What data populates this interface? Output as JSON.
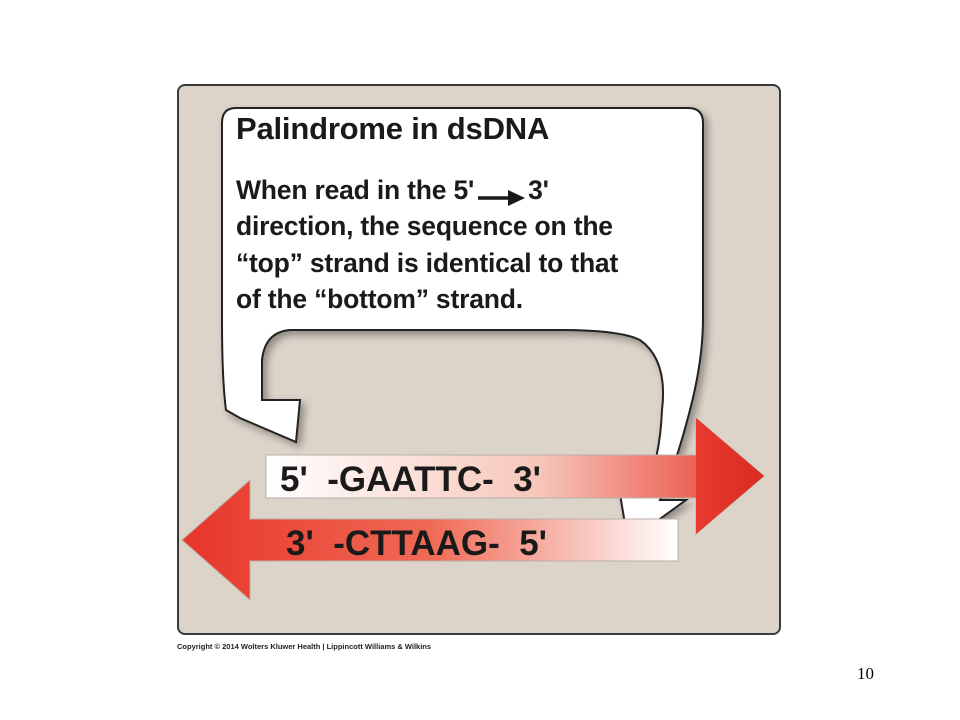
{
  "figure": {
    "title": "Palindrome in dsDNA",
    "description": {
      "line1_before": "When read in the 5'",
      "line1_after": "3'",
      "line2": "direction, the sequence on the",
      "line3": "“top” strand is identical to that",
      "line4": "of the “bottom” strand."
    },
    "top_strand": "5'  -GAATTC-  3'",
    "bottom_strand": "3'  -CTTAAG-  5'"
  },
  "copyright": "Copyright © 2014 Wolters Kluwer Health | Lippincott Williams & Wilkins",
  "page_number": "10",
  "icons": {
    "direction_arrow": "right-arrow-icon"
  },
  "colors": {
    "panel_background": "#dcd3c9",
    "arrow_red": "#e8352a",
    "bubble_fill": "#ffffff"
  }
}
